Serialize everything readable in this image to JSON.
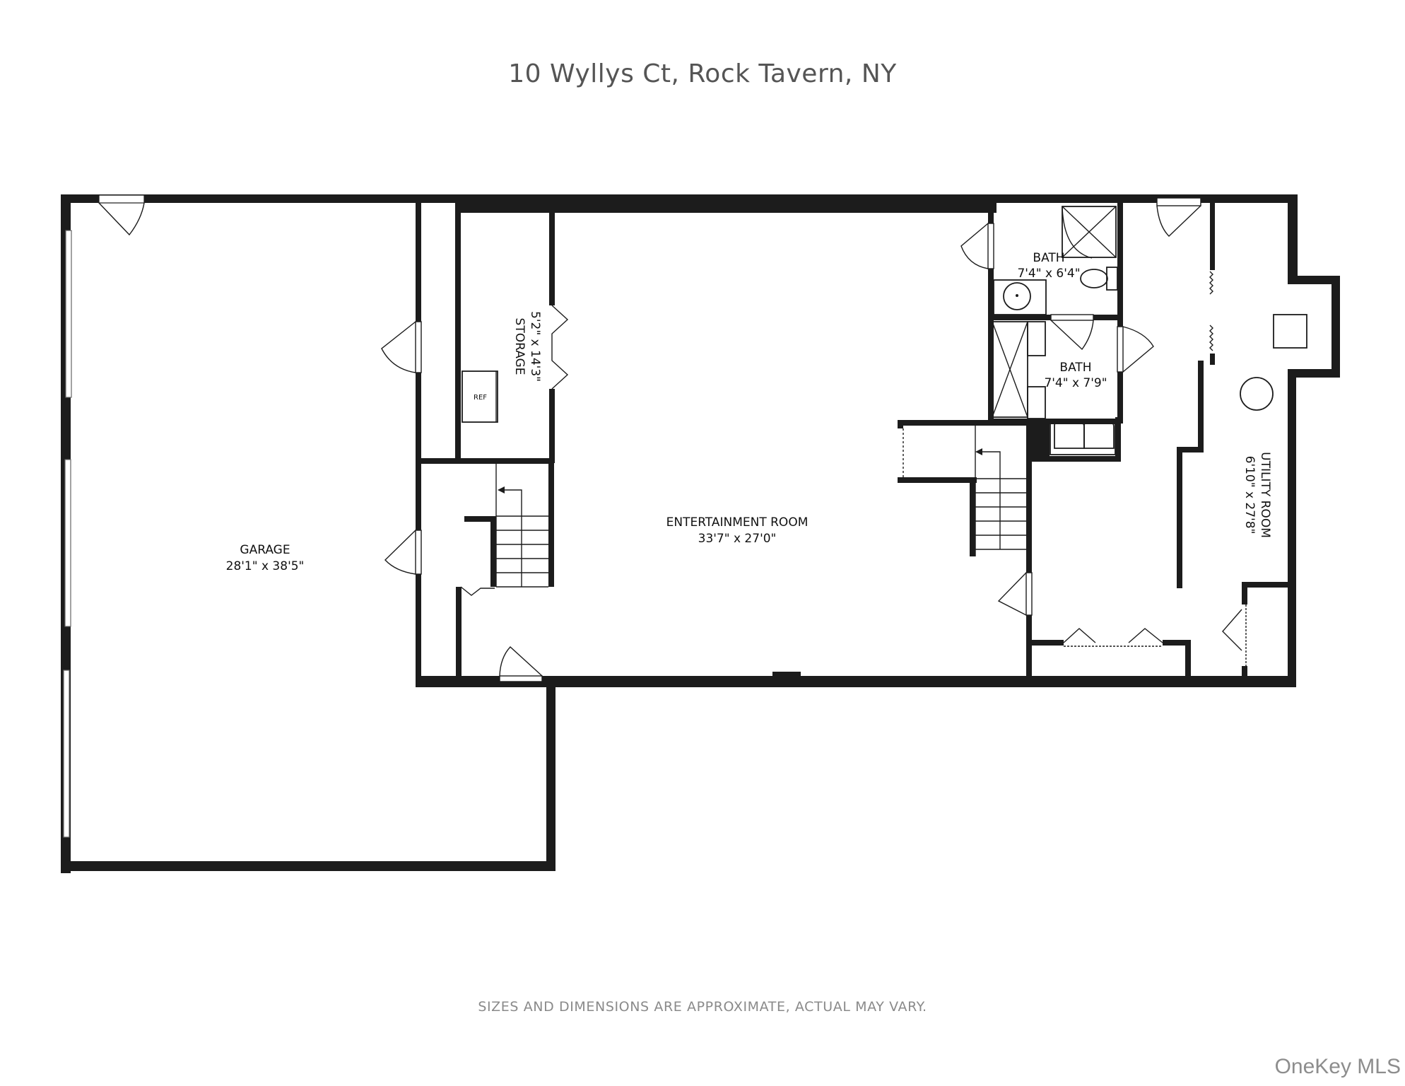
{
  "title": "10 Wyllys Ct, Rock Tavern, NY",
  "disclaimer": "SIZES AND DIMENSIONS ARE APPROXIMATE, ACTUAL MAY VARY.",
  "watermark": "OneKey MLS",
  "rooms": {
    "garage": {
      "name": "GARAGE",
      "dims": "28'1\" x 38'5\""
    },
    "storage": {
      "name": "STORAGE",
      "dims": "5'2\" x 14'3\""
    },
    "entertainment": {
      "name": "ENTERTAINMENT ROOM",
      "dims": "33'7\" x 27'0\""
    },
    "bath_upper": {
      "name": "BATH",
      "dims": "7'4\" x 6'4\""
    },
    "bath_lower": {
      "name": "BATH",
      "dims": "7'4\" x 7'9\""
    },
    "utility": {
      "name": "UTILITY ROOM",
      "dims": "6'10\" x 27'8\""
    }
  },
  "fixtures": {
    "refrigerator": "REF"
  },
  "colors": {
    "wall": "#1c1c1c",
    "title_text": "#555555",
    "disclaimer_text": "#8a8a8a"
  }
}
